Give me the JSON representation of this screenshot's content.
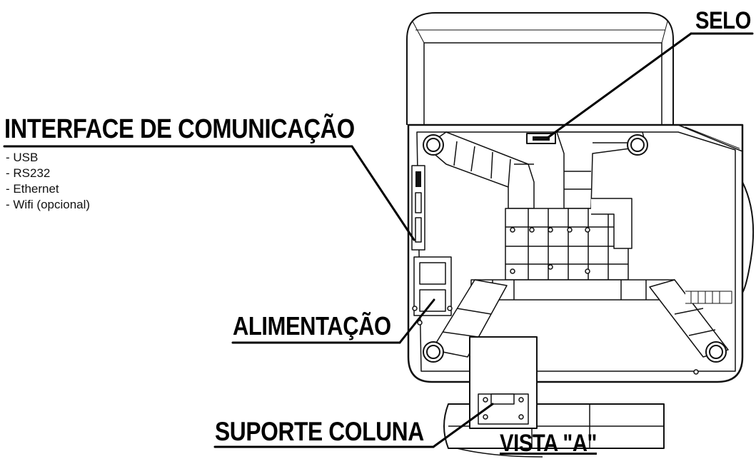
{
  "labels": {
    "interface": "INTERFACE DE COMUNICAÇÃO",
    "selo": "SELO",
    "alimentacao": "ALIMENTAÇÃO",
    "suporte": "SUPORTE COLUNA",
    "vista": "VISTA \"A\""
  },
  "interface_items": [
    "- USB",
    "- RS232",
    "- Ethernet",
    "- Wifi (opcional)"
  ],
  "colors": {
    "line": "#111111",
    "fill": "#ffffff",
    "shade": "#d9d9d9"
  }
}
